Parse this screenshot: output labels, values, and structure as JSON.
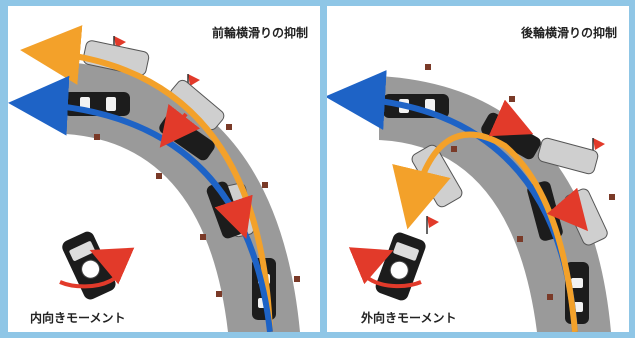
{
  "panels": [
    {
      "title": "前輪横滑りの抑制",
      "caption": "内向きモーメント"
    },
    {
      "title": "後輪横滑りの抑制",
      "caption": "外向きモーメント"
    }
  ],
  "colors": {
    "background": "#8fc6e6",
    "road": "#9a9a9a",
    "orange_arrow": "#f3a12a",
    "blue_arrow": "#1e63c6",
    "red_arrow": "#e23a2a",
    "car_dark": "#1c1c1c",
    "car_light": "#bdbdbd",
    "cone": "#7a3a28"
  }
}
